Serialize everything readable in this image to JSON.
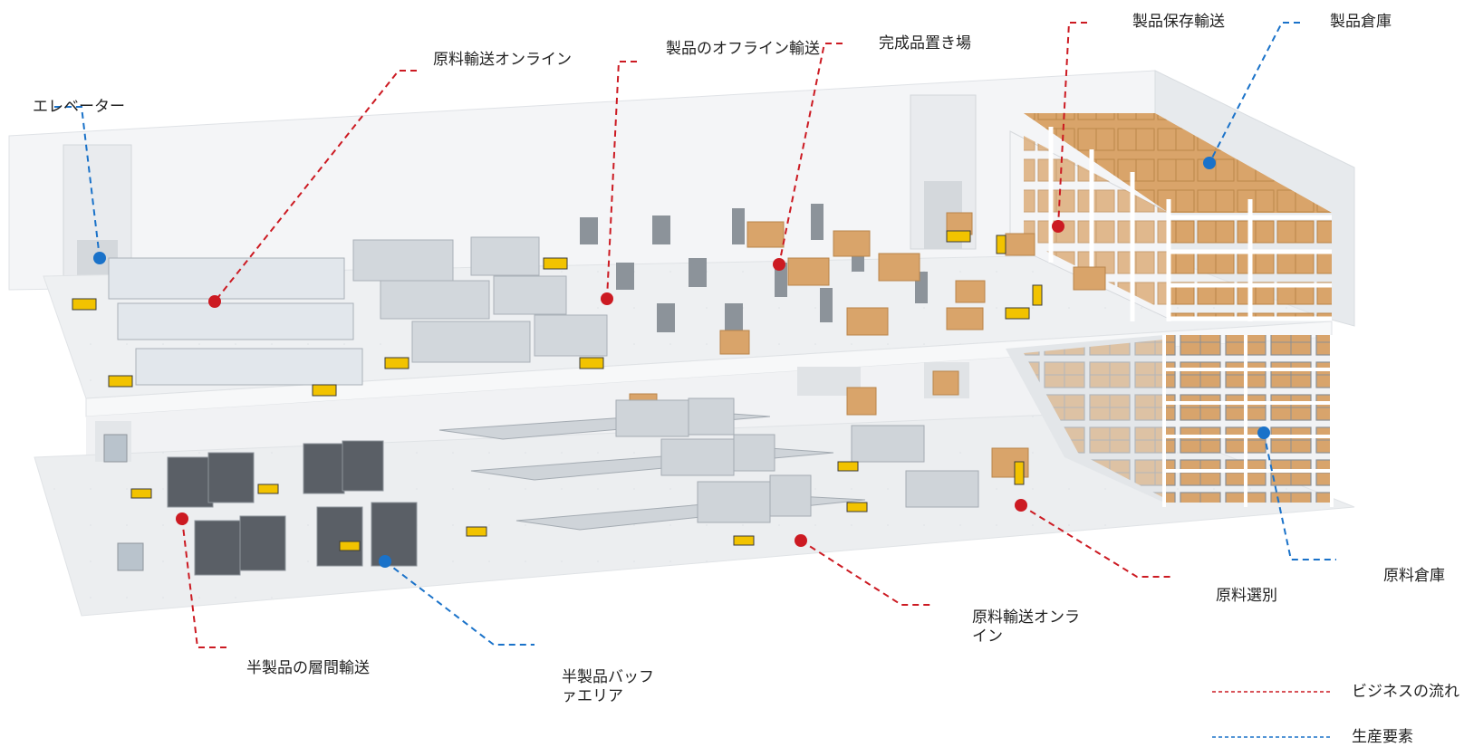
{
  "colors": {
    "business_flow": "#cc1a22",
    "production_element": "#1a72c9",
    "floor": "#eef0f2",
    "wall": "#e5e8eb",
    "box": "#d9a46a",
    "agv": "#f2c300",
    "machine": "#c9ced4"
  },
  "callouts": {
    "elevator": {
      "label": "エレベーター",
      "kind": "production_element",
      "icon": "blue-dot-marker"
    },
    "raw_material_transport_online_top": {
      "label": "原料輸送オンライン",
      "kind": "business_flow",
      "icon": "red-dot-marker"
    },
    "product_offline_transport": {
      "label": "製品のオフライン輸送",
      "kind": "business_flow",
      "icon": "red-dot-marker"
    },
    "finished_goods_storage": {
      "label": "完成品置き場",
      "kind": "business_flow",
      "icon": "red-dot-marker"
    },
    "product_storage_transport": {
      "label": "製品保存輸送",
      "kind": "business_flow",
      "icon": "red-dot-marker"
    },
    "product_warehouse": {
      "label": "製品倉庫",
      "kind": "production_element",
      "icon": "blue-dot-marker"
    },
    "raw_material_warehouse": {
      "label": "原料倉庫",
      "kind": "production_element",
      "icon": "blue-dot-marker"
    },
    "raw_material_sorting": {
      "label": "原料選別",
      "kind": "business_flow",
      "icon": "red-dot-marker"
    },
    "raw_material_transport_online_bottom": {
      "label": "原料輸送オンライン",
      "kind": "business_flow",
      "icon": "red-dot-marker"
    },
    "semi_product_buffer": {
      "label": "半製品バッファエリア",
      "kind": "production_element",
      "icon": "blue-dot-marker"
    },
    "semi_product_interfloor_transport": {
      "label": "半製品の層間輸送",
      "kind": "business_flow",
      "icon": "red-dot-marker"
    }
  },
  "legend": {
    "business_flow": "ビジネスの流れ",
    "production_element": "生産要素"
  }
}
